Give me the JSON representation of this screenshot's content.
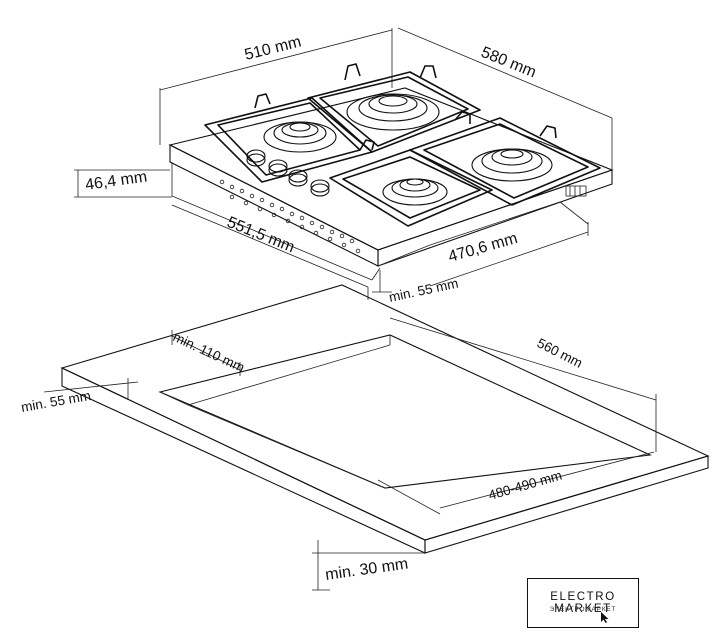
{
  "diagram": {
    "hob_dimensions": {
      "width": "510 mm",
      "depth": "580 mm",
      "height": "46,4 mm",
      "body_width": "551,5 mm",
      "body_depth": "470,6 mm",
      "rear_clearance": "min. 55 mm"
    },
    "cutout_dimensions": {
      "front_clearance": "min. 110 mm",
      "side_clearance": "min. 55 mm",
      "cutout_depth": "560 mm",
      "cutout_width": "480-490 mm",
      "worktop_thickness": "min. 30 mm"
    }
  },
  "logo": {
    "brand": "ELECTRO MARKET",
    "subline": "ЭЛЕКТРОМАРКЕТ"
  }
}
